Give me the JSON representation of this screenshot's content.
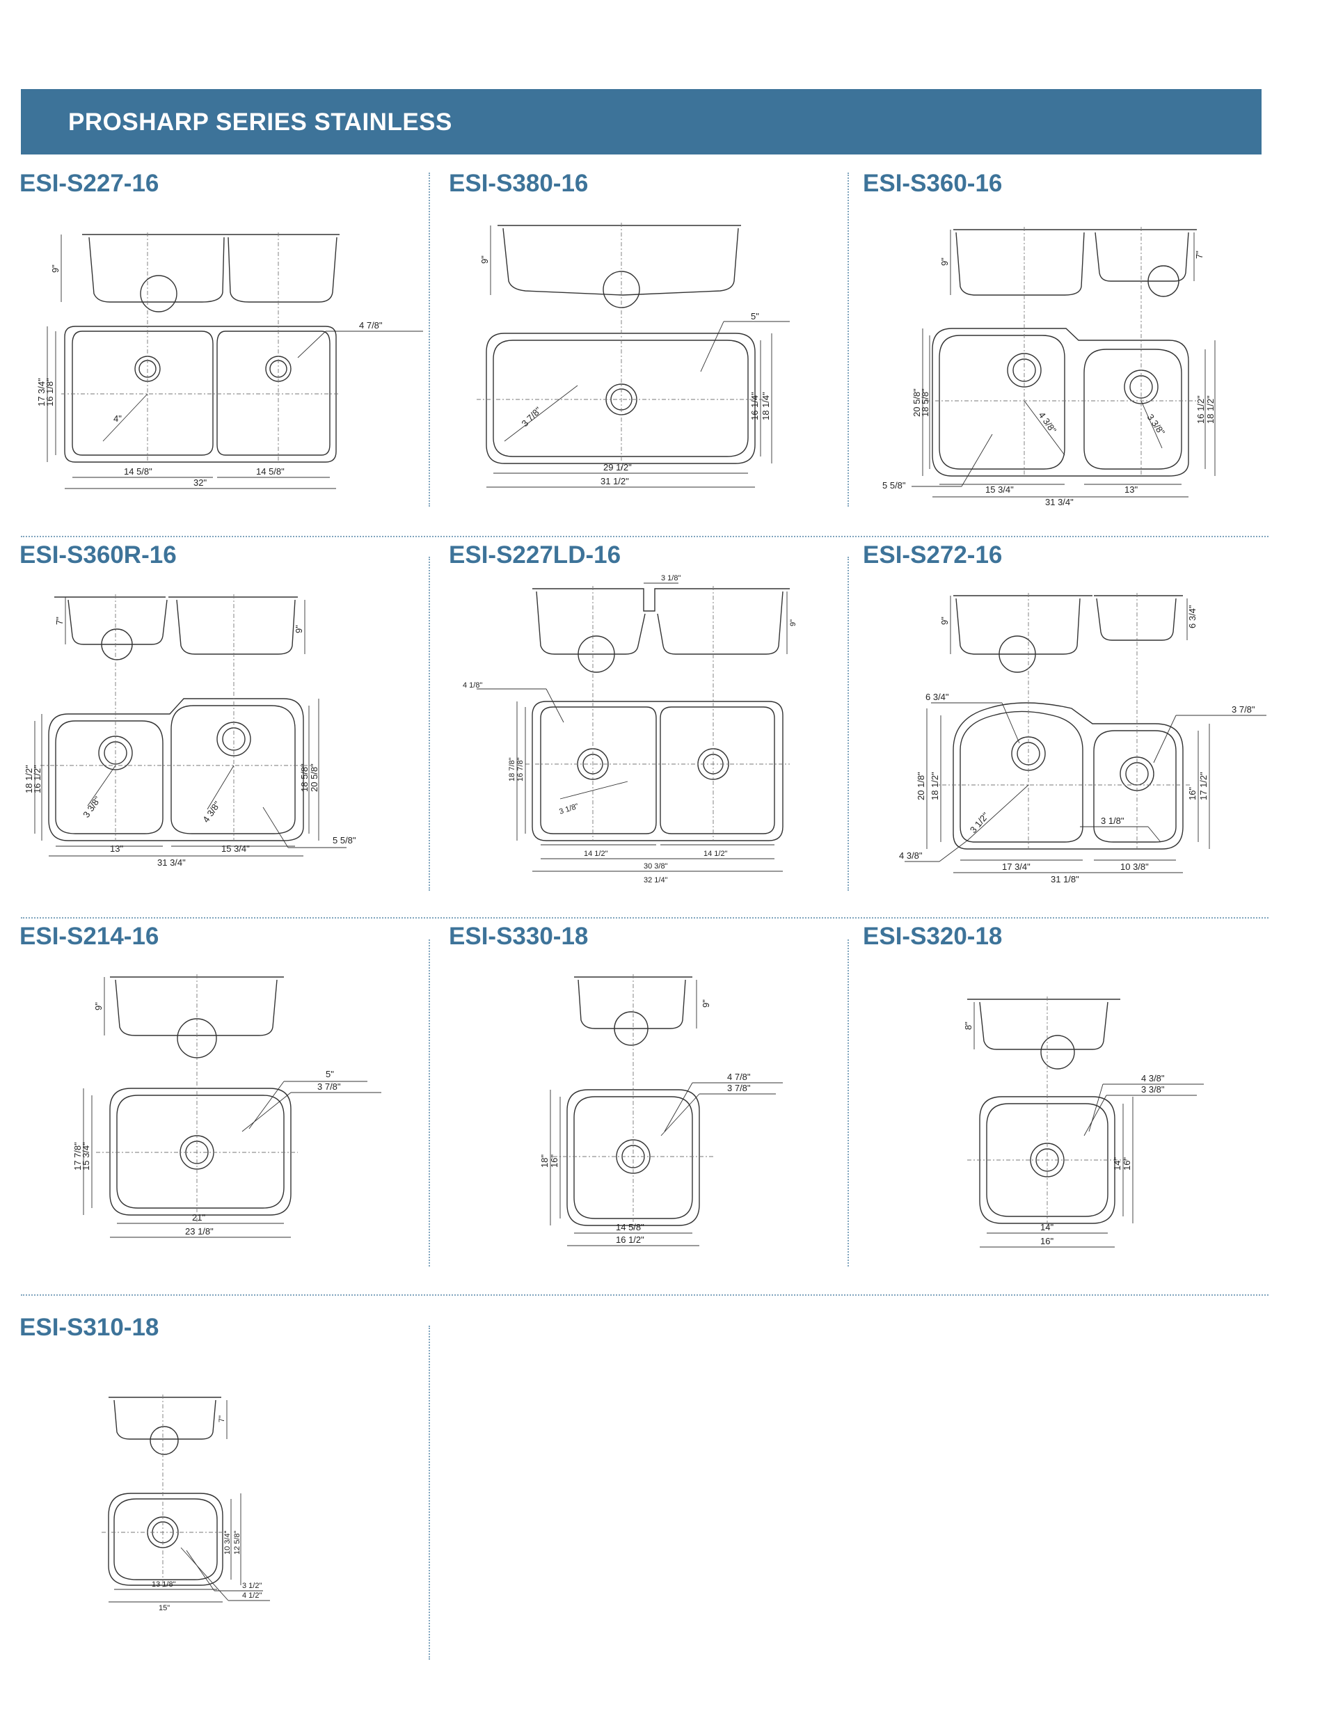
{
  "header": {
    "title": "PROSHARP SERIES STAINLESS",
    "accent": "#3d7399"
  },
  "models": [
    {
      "id": "s227",
      "name": "ESI-S227-16",
      "dims": {
        "depth": "9\"",
        "width": "32\"",
        "bowl_left": "14 5/8\"",
        "bowl_right": "14 5/8\"",
        "outer_h": "17 3/4\"",
        "inner_h": "16 1/8\"",
        "radius": "4\"",
        "corner": "4 7/8\""
      }
    },
    {
      "id": "s380",
      "name": "ESI-S380-16",
      "dims": {
        "depth": "9\"",
        "outer_w": "31 1/2\"",
        "inner_w": "29 1/2\"",
        "inner_h": "16 1/4\"",
        "outer_h": "18 1/4\"",
        "radius": "3 7/8\"",
        "corner": "5\""
      }
    },
    {
      "id": "s360",
      "name": "ESI-S360-16",
      "dims": {
        "depth_left": "9\"",
        "depth_right": "7\"",
        "outer_h": "20 5/8\"",
        "inner_h": "18 5/8\"",
        "right_inner_h": "16 1/2\"",
        "right_outer_h": "18 1/2\"",
        "radius_left": "4 3/8\"",
        "radius_right": "3 3/8\"",
        "bowl_left": "15 3/4\"",
        "bowl_right": "13\"",
        "width": "31 3/4\"",
        "offset": "5 5/8\""
      }
    },
    {
      "id": "s360r",
      "name": "ESI-S360R-16",
      "dims": {
        "depth_left": "7\"",
        "depth_right": "9\"",
        "left_outer_h": "18 1/2\"",
        "left_inner_h": "16 1/2\"",
        "inner_h": "18 5/8\"",
        "outer_h": "20 5/8\"",
        "radius_left": "3 3/8\"",
        "radius_right": "4 3/8\"",
        "bowl_left": "13\"",
        "bowl_right": "15 3/4\"",
        "width": "31 3/4\"",
        "offset": "5 5/8\""
      }
    },
    {
      "id": "s227ld",
      "name": "ESI-S227LD-16",
      "dims": {
        "divider": "3 1/8\"",
        "depth": "9\"",
        "corner": "4 1/8\"",
        "outer_h": "18 7/8\"",
        "inner_h": "16 7/8\"",
        "radius": "3 1/8\"",
        "bowl_left": "14 1/2\"",
        "bowl_right": "14 1/2\"",
        "inner_w": "30 3/8\"",
        "outer_w": "32 1/4\""
      }
    },
    {
      "id": "s272",
      "name": "ESI-S272-16",
      "dims": {
        "depth_left": "9\"",
        "depth_right": "6 3/4\"",
        "corner_left": "6 3/4\"",
        "corner_right": "3 7/8\"",
        "outer_h": "20 1/8\"",
        "inner_h": "18 1/2\"",
        "right_inner_h": "16\"",
        "right_outer_h": "17 1/2\"",
        "radius_left": "3 1/2\"",
        "radius_right": "3 1/8\"",
        "offset": "4 3/8\"",
        "bowl_left": "17 3/4\"",
        "bowl_right": "10 3/8\"",
        "width": "31 1/8\""
      }
    },
    {
      "id": "s214",
      "name": "ESI-S214-16",
      "dims": {
        "depth": "9\"",
        "corner_outer": "5\"",
        "corner_inner": "3 7/8\"",
        "outer_h": "17 7/8\"",
        "inner_h": "15 3/4\"",
        "inner_w": "21\"",
        "outer_w": "23 1/8\""
      }
    },
    {
      "id": "s330",
      "name": "ESI-S330-18",
      "dims": {
        "depth": "9\"",
        "corner_outer": "4 7/8\"",
        "corner_inner": "3 7/8\"",
        "outer_h": "18\"",
        "inner_h": "16\"",
        "inner_w": "14 5/8\"",
        "outer_w": "16 1/2\""
      }
    },
    {
      "id": "s320",
      "name": "ESI-S320-18",
      "dims": {
        "depth": "8\"",
        "corner_outer": "4 3/8\"",
        "corner_inner": "3 3/8\"",
        "inner_h": "14\"",
        "outer_h": "16\"",
        "inner_w": "14\"",
        "outer_w": "16\""
      }
    },
    {
      "id": "s310",
      "name": "ESI-S310-18",
      "dims": {
        "depth": "7\"",
        "inner_h": "10 3/4\"",
        "outer_h": "12 5/8\"",
        "inner_w": "13 1/8\"",
        "outer_w": "15\"",
        "corner_inner": "3 1/2\"",
        "corner_outer": "4 1/2\""
      }
    }
  ]
}
